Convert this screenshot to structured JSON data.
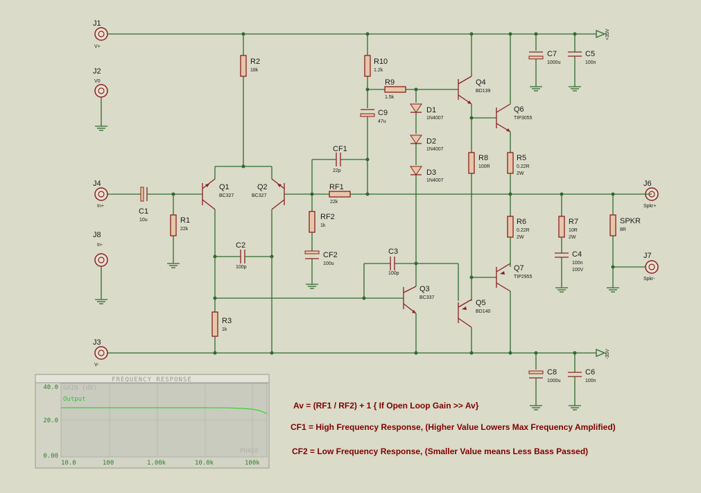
{
  "labels": {
    "j1": "J1",
    "j1_val": "V+",
    "j2": "J2",
    "j2_val": "V0",
    "j4": "J4",
    "j4_val": "In+",
    "j8": "J8",
    "j8_val": "In-",
    "j3": "J3",
    "j3_val": "V-",
    "j6": "J6",
    "j6_val": "Spkr+",
    "j7": "J7",
    "j7_val": "Spkr-",
    "c1": "C1",
    "c1_val": "10u",
    "r1": "R1",
    "r1_val": "22k",
    "r2": "R2",
    "r2_val": "18k",
    "q1": "Q1",
    "q1_val": "BC327",
    "q2": "Q2",
    "q2_val": "BC327",
    "c2": "C2",
    "c2_val": "100p",
    "r3": "R3",
    "r3_val": "1k",
    "cf1": "CF1",
    "cf1_val": "22p",
    "rf1": "RF1",
    "rf1_val": "22k",
    "rf2": "RF2",
    "rf2_val": "1k",
    "cf2": "CF2",
    "cf2_val": "100u",
    "r10": "R10",
    "r10_val": "1.2k",
    "r9": "R9",
    "r9_val": "1.5k",
    "c9": "C9",
    "c9_val": "47u",
    "d1": "D1",
    "d1_val": "1N4007",
    "d2": "D2",
    "d2_val": "1N4007",
    "d3": "D3",
    "d3_val": "1N4007",
    "c3": "C3",
    "c3_val": "100p",
    "q3": "Q3",
    "q3_val": "BC337",
    "q4": "Q4",
    "q4_val": "BD139",
    "q5": "Q5",
    "q5_val": "BD140",
    "q6": "Q6",
    "q6_val": "TIP3055",
    "q7": "Q7",
    "q7_val": "TIP2955",
    "r8": "R8",
    "r8_val": "100R",
    "r5": "R5",
    "r5_val": "0.22R",
    "r5_pwr": "2W",
    "r6": "R6",
    "r6_val": "0.22R",
    "r6_pwr": "2W",
    "r7": "R7",
    "r7_val": "10R",
    "r7_pwr": "2W",
    "c4": "C4",
    "c4_val": "100n",
    "c4_volt": "100V",
    "spkr": "SPKR",
    "spkr_val": "8R",
    "c7": "C7",
    "c7_val": "1000u",
    "c5": "C5",
    "c5_val": "100n",
    "c8": "C8",
    "c8_val": "1000u",
    "c6": "C6",
    "c6_val": "100n",
    "vpos": "+35V",
    "vneg": "-35V"
  },
  "notes": {
    "gain": "Av = (RF1 / RF2) + 1     { If Open Loop Gain >> Av}",
    "cf1": "CF1 = High Frequency Response, (Higher Value Lowers Max Frequency Amplified)",
    "cf2": "CF2 = Low Frequency Response, (Smaller Value means Less Bass Passed)"
  },
  "graph": {
    "title": "FREQUENCY RESPONSE",
    "ylabel": "GAIN (dB)",
    "series": "Output",
    "phase": "PHASE",
    "y_ticks": [
      "40.0",
      "20.0",
      "0.00"
    ],
    "x_ticks": [
      "10.0",
      "100",
      "1.00k",
      "10.0k",
      "100k"
    ],
    "x_range": [
      10,
      200000
    ],
    "y_range": [
      0,
      40
    ],
    "x_scale": "log",
    "curve_color": "#32d432",
    "points": [
      [
        10,
        26.8
      ],
      [
        100,
        26.8
      ],
      [
        1000,
        26.8
      ],
      [
        10000,
        26.8
      ],
      [
        30000,
        26.7
      ],
      [
        60000,
        26.4
      ],
      [
        100000,
        26.0
      ],
      [
        150000,
        25.0
      ],
      [
        200000,
        23.5
      ]
    ]
  }
}
